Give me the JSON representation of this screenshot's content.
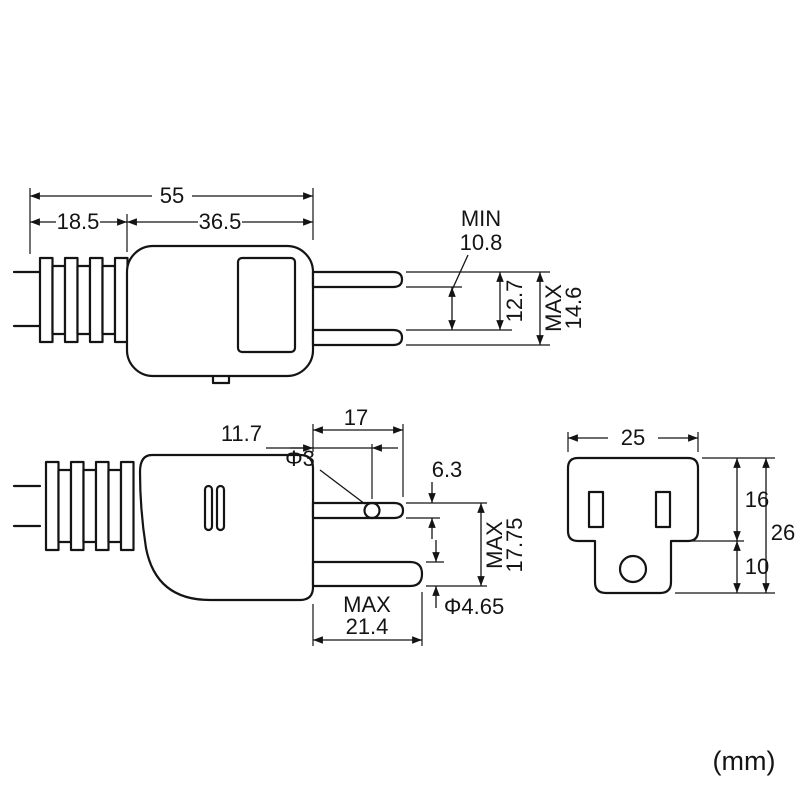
{
  "unit_label": "(mm)",
  "colors": {
    "line": "#141414",
    "background": "#ffffff"
  },
  "top_view": {
    "total_length": "55",
    "grip_length": "18.5",
    "body_length": "36.5",
    "gap_min_label": "MIN",
    "gap_min_value": "10.8",
    "blade_pitch": "12.7",
    "width_max_label": "MAX",
    "width_max_value": "14.6"
  },
  "bottom_view": {
    "hole_offset": "11.7",
    "blade_length": "17",
    "hole_diameter": "Φ3",
    "blade_width": "6.3",
    "depth_max_label": "MAX",
    "depth_max_value": "17.75",
    "pin_length_max_label": "MAX",
    "pin_length_max_value": "21.4",
    "pin_diameter": "Φ4.65"
  },
  "socket_view": {
    "width": "25",
    "upper_height": "16",
    "tab_height": "10",
    "total_height": "26"
  }
}
